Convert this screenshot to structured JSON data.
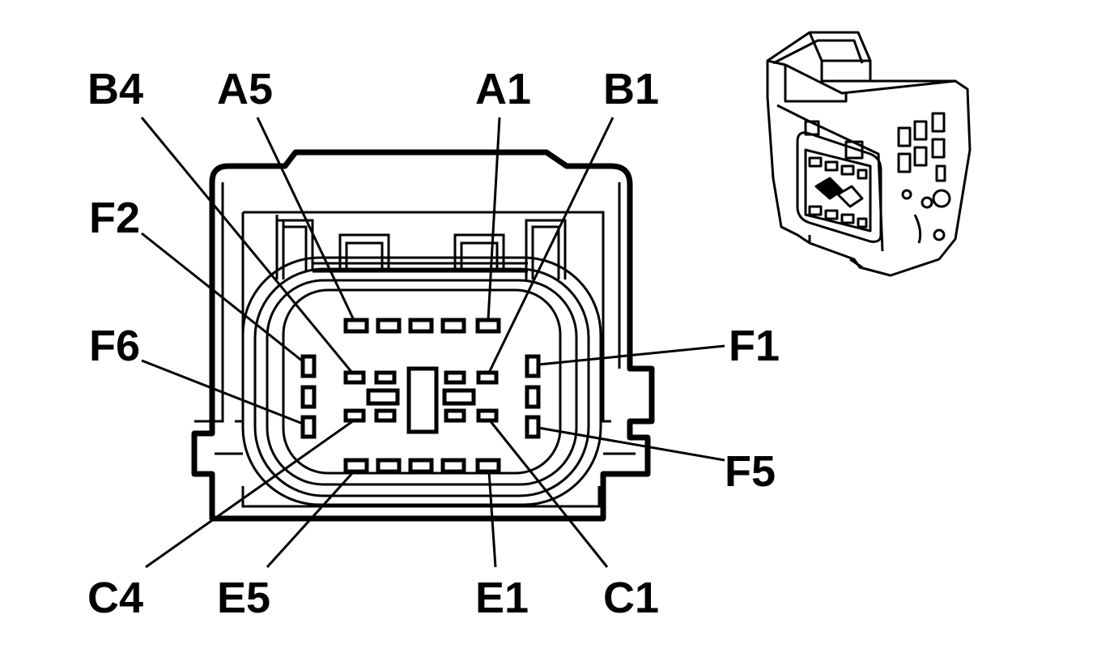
{
  "labels": {
    "b4": "B4",
    "a5": "A5",
    "a1": "A1",
    "b1": "B1",
    "f2": "F2",
    "f6": "F6",
    "f1": "F1",
    "f5": "F5",
    "c4": "C4",
    "e5": "E5",
    "e1": "E1",
    "c1": "C1"
  }
}
